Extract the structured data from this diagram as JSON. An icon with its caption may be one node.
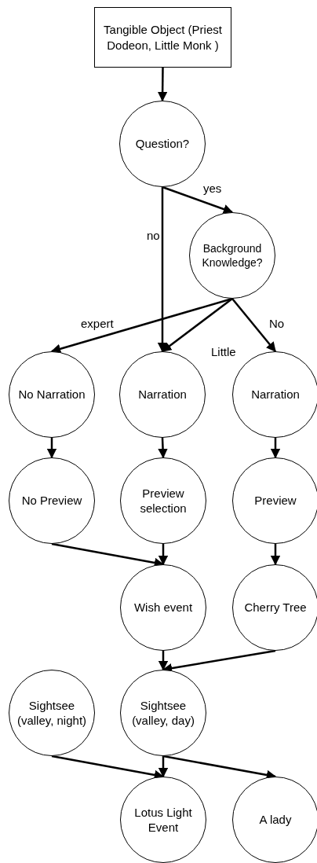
{
  "diagram": {
    "nodes": [
      {
        "text": [
          "Tangible Object (Priest Dodeon, Little Monk )"
        ]
      },
      {
        "text": [
          "Question?"
        ]
      },
      {
        "text": [
          "Background Knowledge?"
        ]
      },
      {
        "text": [
          "No Narration"
        ]
      },
      {
        "text": [
          "Narration"
        ]
      },
      {
        "text": [
          "Narration"
        ]
      },
      {
        "text": [
          "No Preview"
        ]
      },
      {
        "text": [
          "Preview selection"
        ]
      },
      {
        "text": [
          "Preview"
        ]
      },
      {
        "text": [
          "Wish event"
        ]
      },
      {
        "text": [
          "Cherry Tree"
        ]
      },
      {
        "text": [
          "Sightsee (valley, night)"
        ]
      },
      {
        "text": [
          "Sightsee (valley, day)"
        ]
      },
      {
        "text": [
          "Lotus Light Event"
        ]
      },
      {
        "text": [
          "A lady"
        ]
      }
    ],
    "edges": [
      {
        "from": 0,
        "to": 1,
        "arrow": "to"
      },
      {
        "from": 1,
        "to": 4,
        "arrow": "to",
        "label": "no"
      },
      {
        "from": 1,
        "to": 2,
        "arrow": "to",
        "label": "yes"
      },
      {
        "from": 2,
        "to": 3,
        "arrow": "to",
        "label": "expert"
      },
      {
        "from": 2,
        "to": 4,
        "arrow": "to",
        "label": "Little"
      },
      {
        "from": 2,
        "to": 5,
        "arrow": "to",
        "label": "No"
      },
      {
        "from": 3,
        "to": 6,
        "arrow": "to"
      },
      {
        "from": 4,
        "to": 7,
        "arrow": "to"
      },
      {
        "from": 5,
        "to": 8,
        "arrow": "to"
      },
      {
        "from": 6,
        "to": 9,
        "arrow": "to"
      },
      {
        "from": 7,
        "to": 9,
        "arrow": "to"
      },
      {
        "from": 8,
        "to": 10,
        "arrow": "to"
      },
      {
        "from": 9,
        "to": 12,
        "arrow": "to"
      },
      {
        "from": 10,
        "to": 12,
        "arrow": "to"
      },
      {
        "from": 11,
        "to": 13,
        "arrow": "to"
      },
      {
        "from": 12,
        "to": 13,
        "arrow": "to"
      },
      {
        "from": 12,
        "to": 14,
        "arrow": "to"
      }
    ]
  }
}
